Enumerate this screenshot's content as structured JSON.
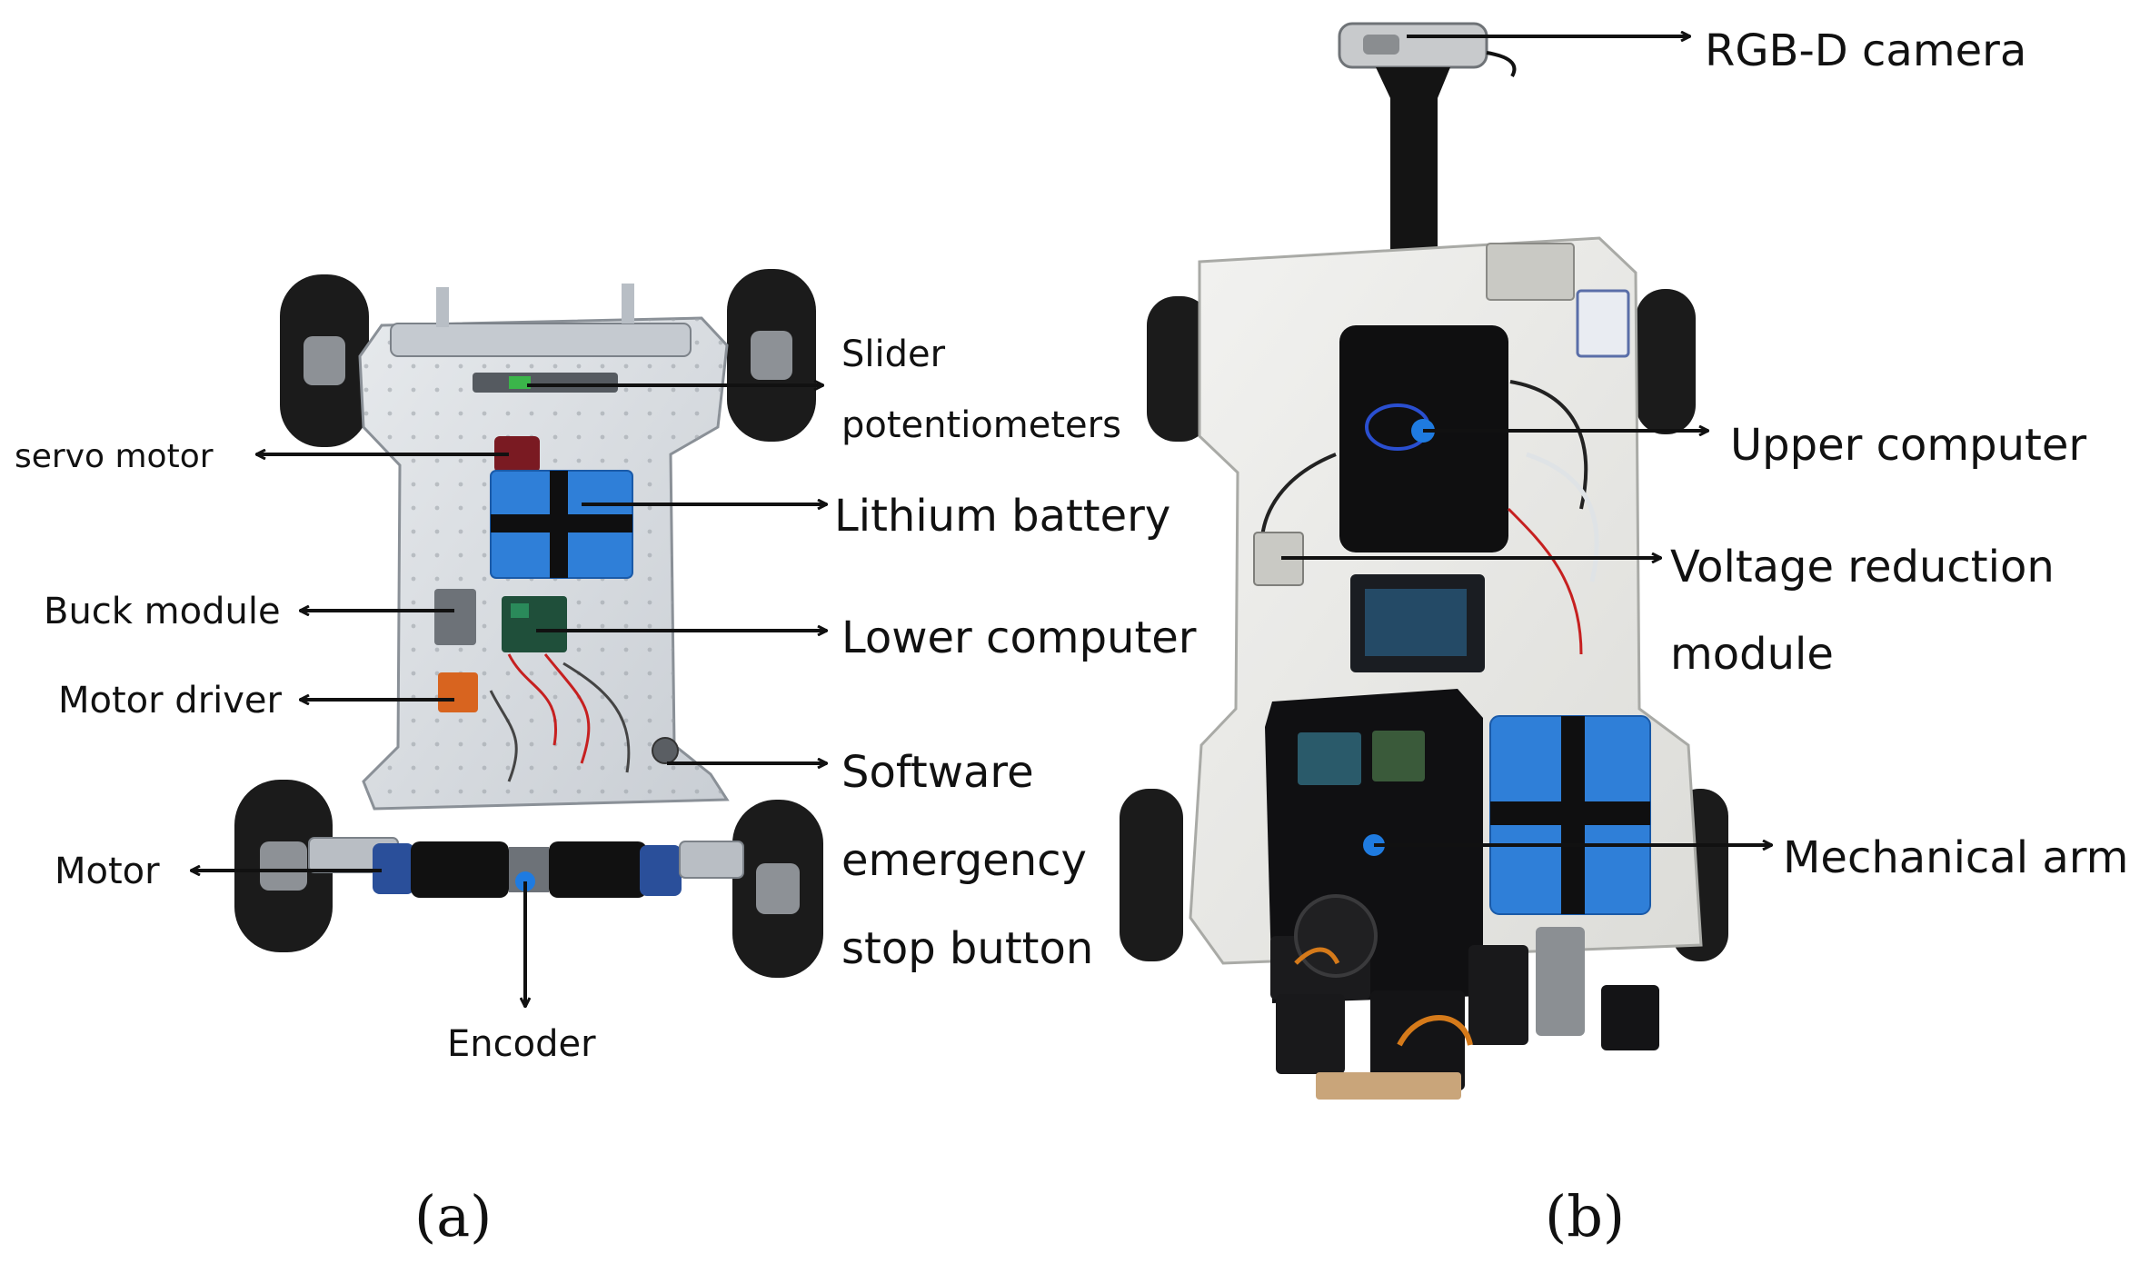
{
  "figure": {
    "panel_a": {
      "caption": "(a)",
      "labels": {
        "slider_1": "Slider",
        "slider_2": "potentiometers",
        "servo": "servo motor",
        "lithium": "Lithium battery",
        "buck": "Buck module",
        "lower": "Lower computer",
        "driver": "Motor driver",
        "sw_1": "Software",
        "sw_2": "emergency",
        "sw_3": "stop button",
        "motor": "Motor",
        "encoder": "Encoder"
      }
    },
    "panel_b": {
      "caption": "(b)",
      "labels": {
        "camera": "RGB-D camera",
        "upper": "Upper computer",
        "voltage_1": "Voltage reduction",
        "voltage_2": "module",
        "arm": "Mechanical arm"
      }
    },
    "colors": {
      "battery": "#2f7fd8",
      "marker": "#1f7be0",
      "chassis": "#d9dde2",
      "tire": "#1b1b1b",
      "wire_red": "#c62020",
      "board": "#0f0f10"
    }
  }
}
